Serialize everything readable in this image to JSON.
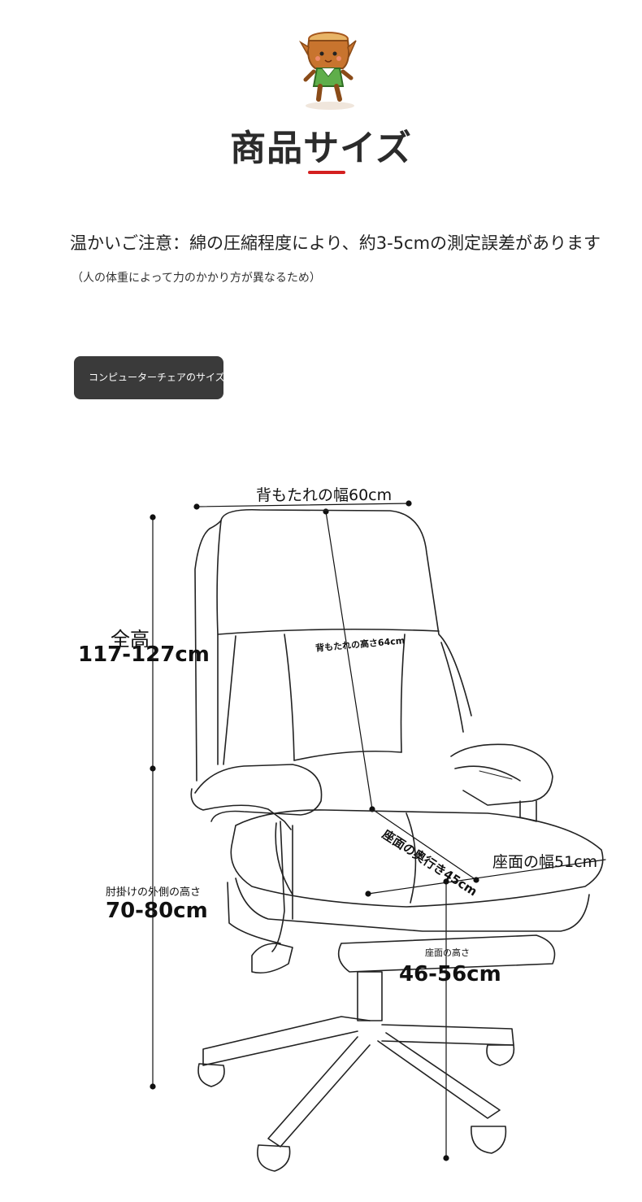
{
  "header": {
    "title": "商品サイズ"
  },
  "notice": {
    "main": "温かいご注意：綿の圧縮程度により、約3-5cmの測定誤差があります",
    "sub": "（人の体重によって力のかかり方が異なるため）"
  },
  "section_tag": "コンピューターチェアのサイズ",
  "dimensions": {
    "backrest_width": "背もたれの幅60cm",
    "total_height_label": "全高",
    "total_height_value": "117-127cm",
    "backrest_height": "背もたれの高さ64cm",
    "seat_depth": "座面の奥行き45cm",
    "seat_width": "座面の幅51cm",
    "armrest_height_label": "肘掛けの外側の高さ",
    "armrest_height_value": "70-80cm",
    "seat_height_label": "座面の高さ",
    "seat_height_value": "46-56cm"
  },
  "colors": {
    "accent": "#d42020",
    "tag_bg": "#3a3a3a",
    "mascot_body": "#c8742e",
    "mascot_shirt": "#5fae4a"
  },
  "icons": {
    "mascot": "tree-stump-mascot-icon"
  }
}
